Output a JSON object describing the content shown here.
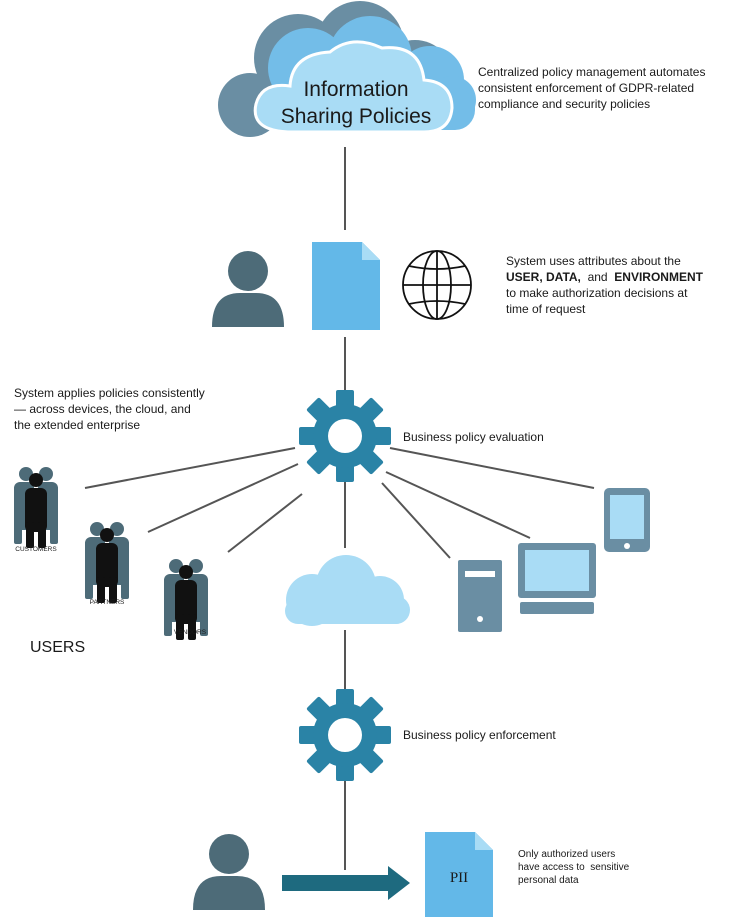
{
  "cloud": {
    "title_line1": "Information",
    "title_line2": "Sharing Policies",
    "description": [
      "Centralized policy management automates",
      "consistent enforcement of GDPR-related",
      "compliance and security policies"
    ]
  },
  "attributes": {
    "line1": "System uses attributes about the",
    "line2_bold_user": "USER, DATA,",
    "line2_and": " and ",
    "line2_bold_env": "ENVIRONMENT",
    "line3": "to make authorization decisions at",
    "line4": "time of request"
  },
  "applies": {
    "line1": "System applies policies consistently",
    "line2": "— across devices, the cloud, and",
    "line3": "the extended enterprise"
  },
  "evaluation_label": "Business policy evaluation",
  "enforcement_label": "Business policy enforcement",
  "user_groups": [
    "CUSTOMERS",
    "PARTNERS",
    "VENDORS"
  ],
  "users_label": "USERS",
  "pii_label": "PII",
  "authorized": {
    "line1": "Only authorized users",
    "line2": "have access to  sensitive",
    "line3": "personal data"
  },
  "colors": {
    "cloud_light": "#a9dcf5",
    "cloud_mid": "#73bde8",
    "cloud_dark": "#6a8ea3",
    "gear": "#2a83a6",
    "person": "#4d6b78",
    "document": "#63b8e8",
    "arrow": "#1e6a7f",
    "line": "#555555"
  }
}
